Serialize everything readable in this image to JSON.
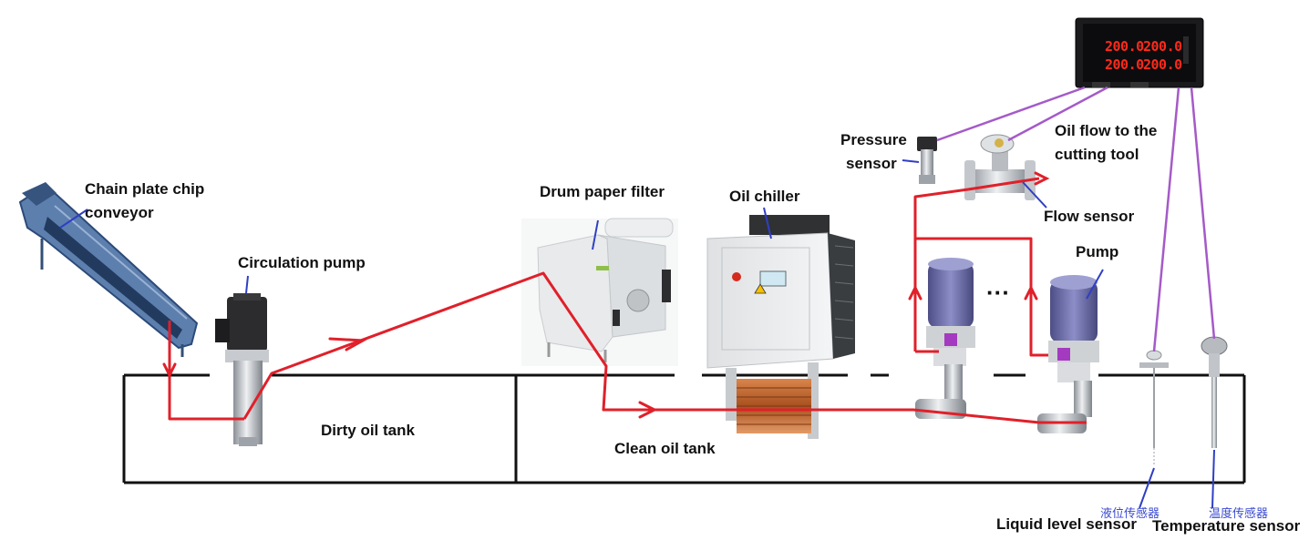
{
  "labels": {
    "chain_conveyor_line1": "Chain plate chip",
    "chain_conveyor_line2": "conveyor",
    "circulation_pump": "Circulation pump",
    "drum_paper_filter": "Drum paper filter",
    "oil_chiller": "Oil chiller",
    "pressure_sensor_line1": "Pressure",
    "pressure_sensor_line2": "sensor",
    "oil_flow_line1": "Oil flow to the",
    "oil_flow_line2": "cutting tool",
    "flow_sensor": "Flow sensor",
    "pump": "Pump",
    "dirty_oil_tank": "Dirty oil tank",
    "clean_oil_tank": "Clean oil tank",
    "liquid_level_sensor": "Liquid level sensor",
    "temperature_sensor": "Temperature sensor",
    "liquid_level_cn": "液位传感器",
    "temperature_cn": "温度传感器",
    "ellipsis": "···"
  },
  "controller_display": {
    "row1_left": "200.0",
    "row1_right": "200.0",
    "row2_left": "200.0",
    "row2_right": "200.0"
  },
  "colors": {
    "flow_line": "#e0202a",
    "signal_line": "#a55ac8",
    "leader_line": "#2f3fc4",
    "tank_outline": "#111111",
    "display_digits": "#ff2a1a"
  }
}
